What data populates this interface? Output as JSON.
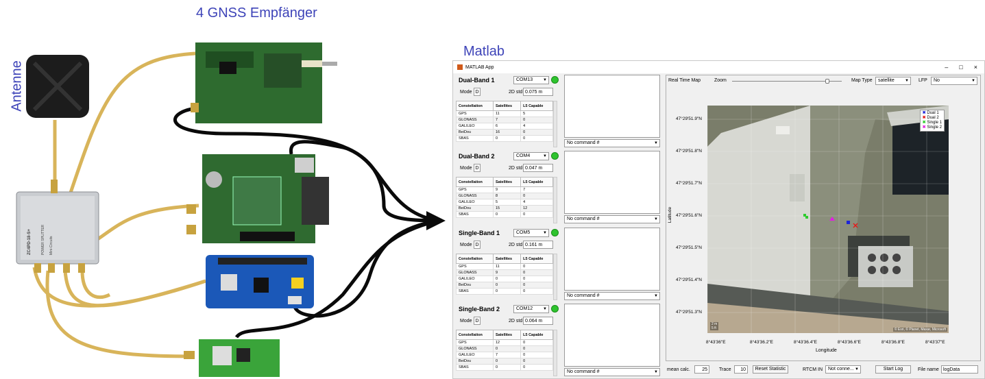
{
  "labels": {
    "receivers_heading": "4 GNSS Empfänger",
    "matlab_heading": "Matlab",
    "antenna": "Antenne",
    "splitter_lines": [
      "ZC4PD-18-S+",
      "POWER SPLITTER",
      "Mini-Circuits"
    ]
  },
  "window": {
    "title": "MATLAB App",
    "controls": [
      "–",
      "□",
      "×"
    ]
  },
  "receivers": [
    {
      "name": "Dual-Band 1",
      "port": "COM13",
      "mode": "D",
      "std_label": "2D std",
      "std": "0.075 m",
      "rows": [
        [
          "GPS",
          "11",
          "5"
        ],
        [
          "GLONASS",
          "7",
          "0"
        ],
        [
          "GALILEO",
          "6",
          "4"
        ],
        [
          "BeiDou",
          "16",
          "0"
        ],
        [
          "SBAS",
          "0",
          "0"
        ]
      ]
    },
    {
      "name": "Dual-Band 2",
      "port": "COM4",
      "mode": "D",
      "std_label": "2D std",
      "std": "0.047 m",
      "rows": [
        [
          "GPS",
          "9",
          "7"
        ],
        [
          "GLONASS",
          "8",
          "0"
        ],
        [
          "GALILEO",
          "5",
          "4"
        ],
        [
          "BeiDou",
          "15",
          "12"
        ],
        [
          "SBAS",
          "0",
          "0"
        ]
      ]
    },
    {
      "name": "Single-Band 1",
      "port": "COM5",
      "mode": "D",
      "std_label": "2D std",
      "std": "0.161 m",
      "rows": [
        [
          "GPS",
          "11",
          "0"
        ],
        [
          "GLONASS",
          "9",
          "0"
        ],
        [
          "GALILEO",
          "0",
          "0"
        ],
        [
          "BeiDou",
          "0",
          "0"
        ],
        [
          "SBAS",
          "0",
          "0"
        ]
      ]
    },
    {
      "name": "Single-Band 2",
      "port": "COM12",
      "mode": "D",
      "std_label": "2D std",
      "std": "0.064 m",
      "rows": [
        [
          "GPS",
          "12",
          "0"
        ],
        [
          "GLONASS",
          "0",
          "0"
        ],
        [
          "GALILEO",
          "7",
          "0"
        ],
        [
          "BeiDou",
          "0",
          "0"
        ],
        [
          "SBAS",
          "0",
          "0"
        ]
      ]
    }
  ],
  "table_headers": [
    "Constellation",
    "Satellites",
    "L5 Capable"
  ],
  "mode_label": "Mode",
  "command_placeholder": "No command #",
  "map": {
    "title": "Real Time Map",
    "zoom_label": "Zoom",
    "zoom_value": 0.87,
    "map_type_label": "Map Type",
    "map_type": "satellite",
    "lfp_label": "LFP",
    "lfp": "No",
    "y_label": "Latitude",
    "x_label": "Longitude",
    "y_ticks": [
      "47°29'51.9\"N",
      "47°29'51.8\"N",
      "47°29'51.7\"N",
      "47°29'51.6\"N",
      "47°29'51.5\"N",
      "47°29'51.4\"N",
      "47°29'51.3\"N"
    ],
    "x_ticks": [
      "8°43'36\"E",
      "8°43'36.2\"E",
      "8°43'36.4\"E",
      "8°43'36.6\"E",
      "8°43'36.8\"E",
      "8°43'37\"E"
    ],
    "legend": [
      {
        "name": "Dual 1",
        "color": "#1d25d8"
      },
      {
        "name": "Dual 2",
        "color": "#e41a1a"
      },
      {
        "name": "Single 1",
        "color": "#2ecc2e"
      },
      {
        "name": "Single 2",
        "color": "#e020e0"
      }
    ],
    "attribution": "© Esri, © Planet, Maxar, Microsoft",
    "scale": [
      "2 m",
      "5 ft"
    ]
  },
  "bottom": {
    "mean_calc_label": "mean calc.",
    "mean_calc": "25",
    "trace_label": "Trace",
    "trace": "10",
    "reset_button": "Reset Statistic",
    "rtcm_label": "RTCM IN",
    "rtcm_value": "Not conne...",
    "start_log": "Start Log",
    "file_name_label": "File name",
    "file_name": "logData"
  },
  "colors": {
    "heading_blue": "#3d43b8",
    "cable": "#d8b45a",
    "led_green": "#2ec32e",
    "pcb_green": "#2e6b2f",
    "pcb_blue": "#1b58b8"
  }
}
